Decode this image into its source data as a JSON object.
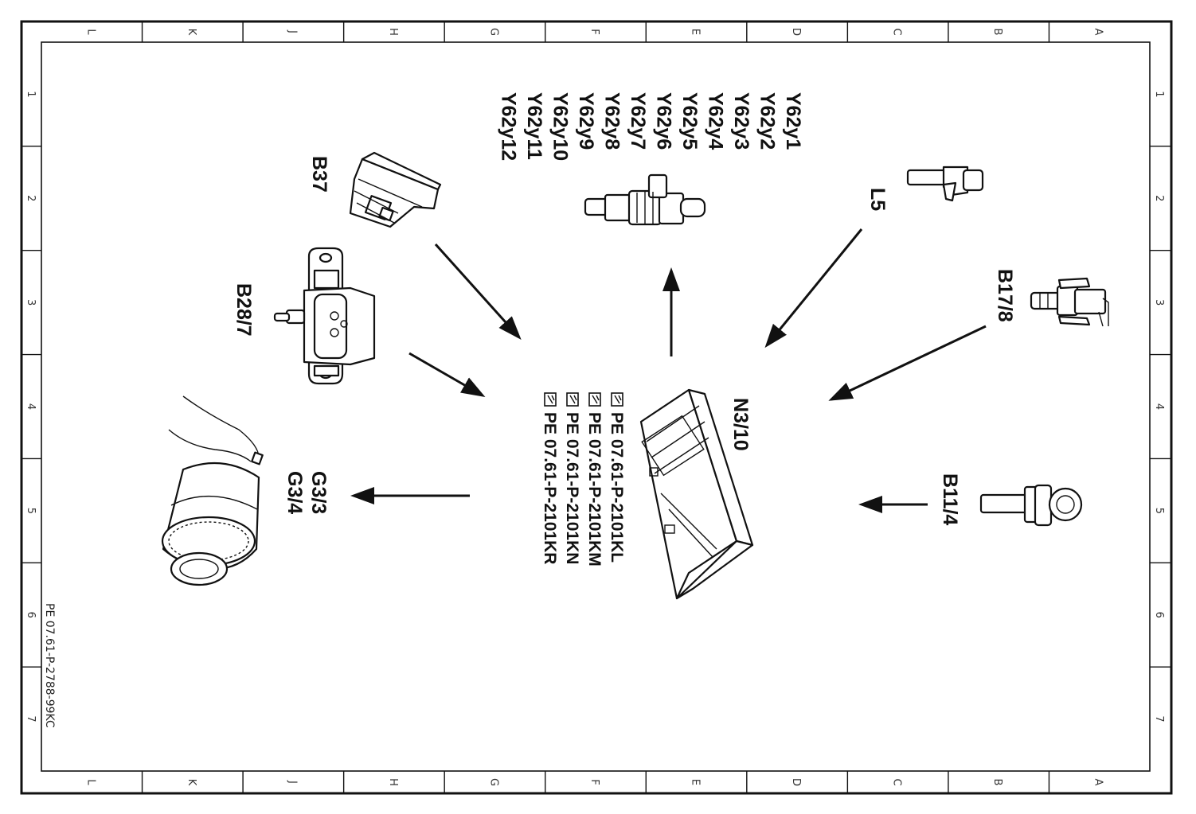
{
  "grid": {
    "columns": [
      "L",
      "K",
      "J",
      "H",
      "G",
      "F",
      "E",
      "D",
      "C",
      "B",
      "A"
    ],
    "rows": [
      "1",
      "2",
      "3",
      "4",
      "5",
      "6",
      "7"
    ]
  },
  "drawing_number": "PE 07.61-P-2788-99KC",
  "components": {
    "b37": "B37",
    "b28_7": "B28/7",
    "g3": [
      "G3/3",
      "G3/4"
    ],
    "y62": [
      "Y62y1",
      "Y62y2",
      "Y62y3",
      "Y62y4",
      "Y62y5",
      "Y62y6",
      "Y62y7",
      "Y62y8",
      "Y62y9",
      "Y62y10",
      "Y62y11",
      "Y62y12"
    ],
    "l5": "L5",
    "b17_8": "B17/8",
    "n3_10": "N3/10",
    "b11_4": "B11/4"
  },
  "references": [
    "PE 07.61-P-2101KL",
    "PE 07.61-P-2101KM",
    "PE 07.61-P-2101KN",
    "PE 07.61-P-2101KR"
  ],
  "colors": {
    "ink": "#111111",
    "paper": "#ffffff"
  }
}
